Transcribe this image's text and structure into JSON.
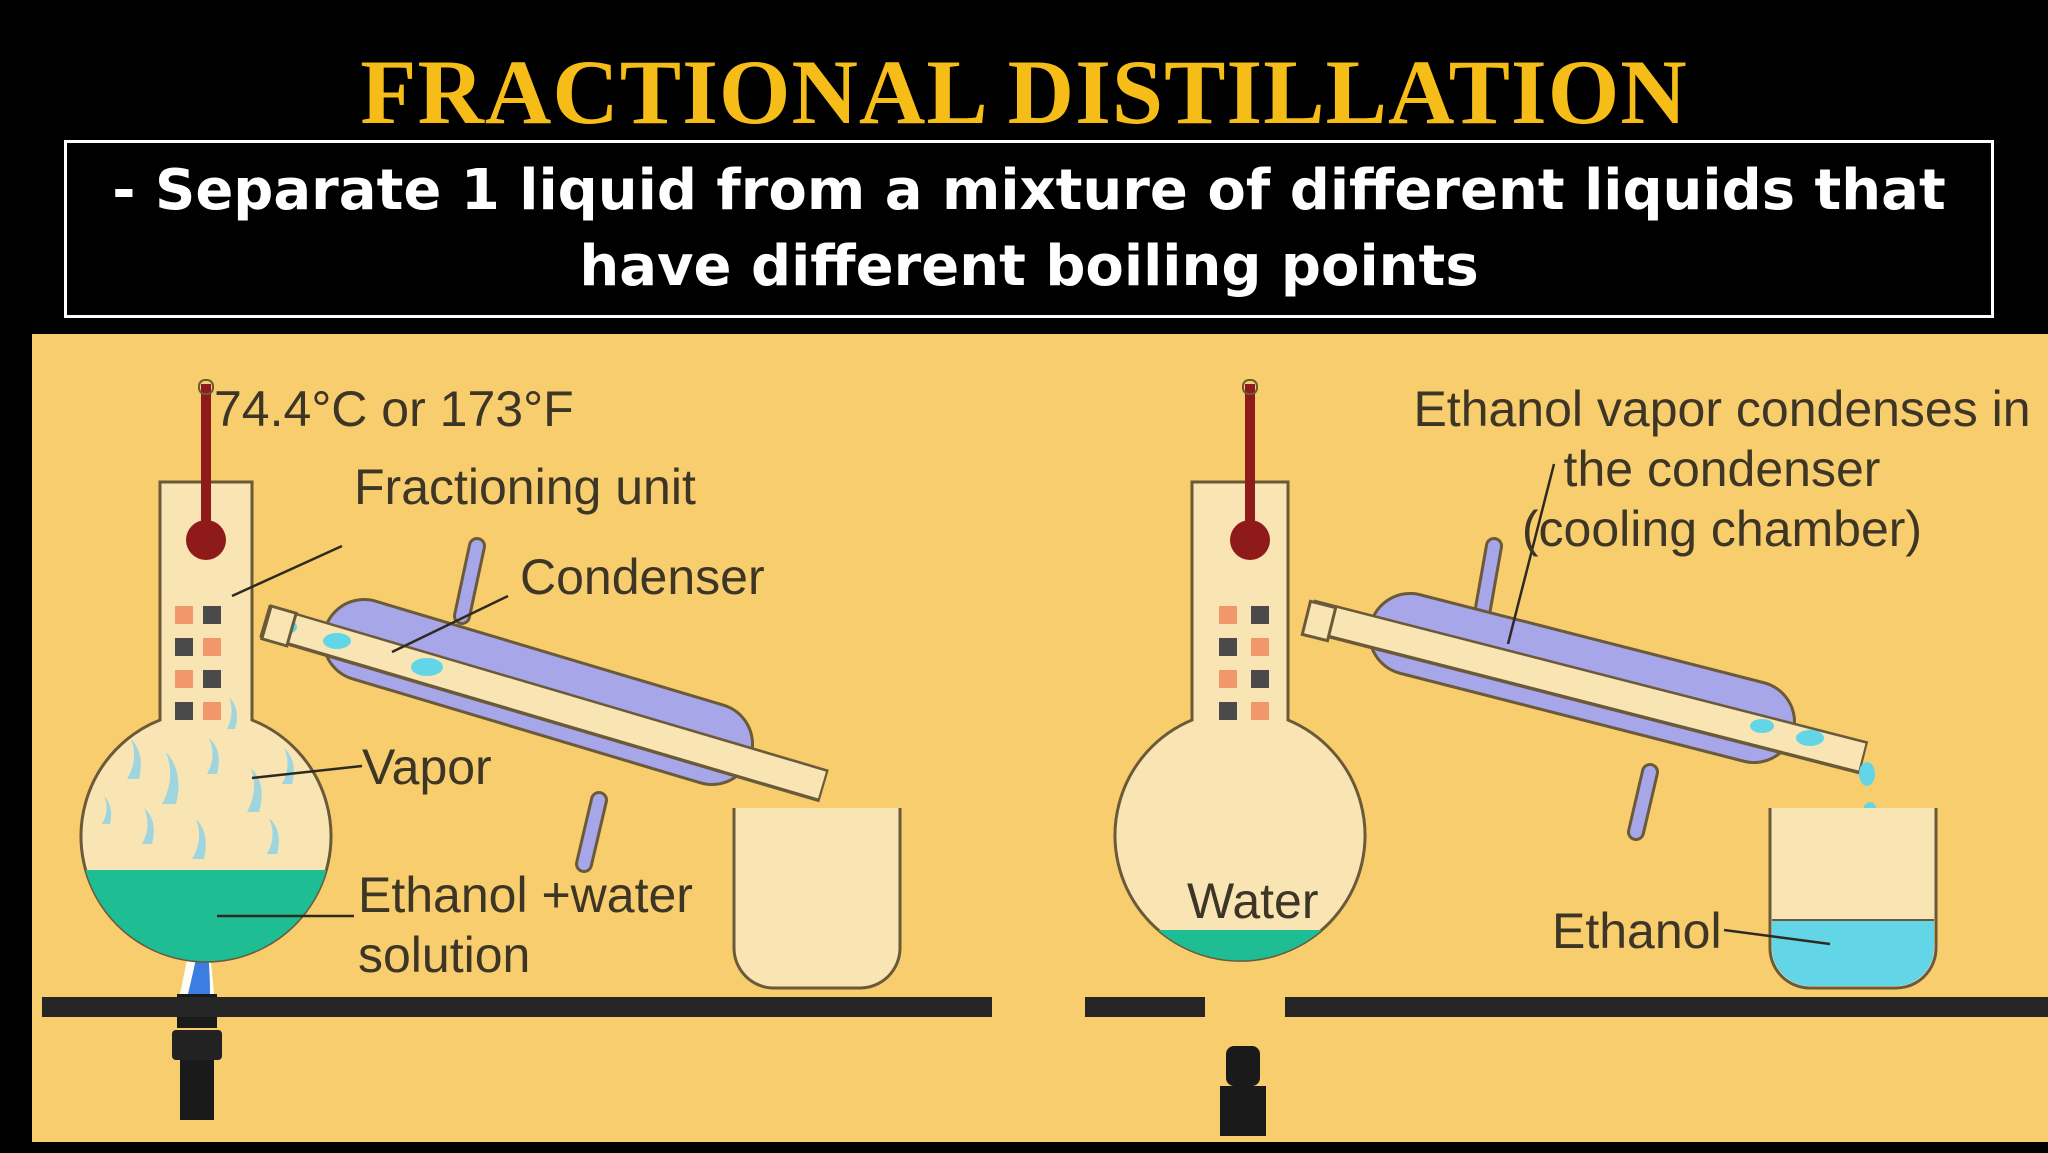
{
  "title": "FRACTIONAL DISTILLATION",
  "subtitle": "- Separate 1 liquid from a mixture of different liquids that have different boiling points",
  "left": {
    "temperature": "74.4°C or 173°F",
    "fractioning_unit": "Fractioning unit",
    "condenser": "Condenser",
    "vapor": "Vapor",
    "solution_line1": "Ethanol +water",
    "solution_line2": "solution"
  },
  "right": {
    "condense_line1": "Ethanol vapor condenses in",
    "condense_line2": "the condenser",
    "condense_line3": "(cooling chamber)",
    "water": "Water",
    "ethanol": "Ethanol"
  },
  "colors": {
    "background": "#000000",
    "title": "#f6bd18",
    "panel": "#f7cd6d",
    "glass": "#f9e4b4",
    "solution": "#1ebd93",
    "ethanol_liquid": "#62d6e6",
    "condenser": "#a7a6e8",
    "bulb": "#8e1a1a"
  }
}
